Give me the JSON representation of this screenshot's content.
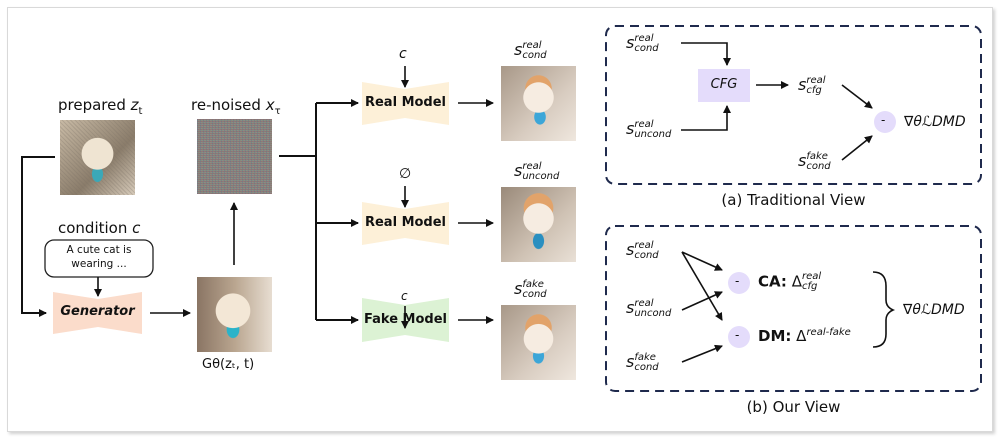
{
  "diagram": {
    "left_pipeline": {
      "prepared_label": "prepared",
      "prepared_var": "z",
      "prepared_sub": "t",
      "renoised_label": "re-noised",
      "renoised_var": "x",
      "renoised_sub": "τ",
      "condition_label": "condition",
      "condition_var": "c",
      "prompt_text_line1": "A cute cat is",
      "prompt_text_line2": "wearing ...",
      "generator_label": "Generator",
      "generator_output_label": "Gθ(zₜ, t)"
    },
    "models": [
      {
        "name": "Real Model",
        "input": "c",
        "output_base": "s",
        "output_sup": "real",
        "output_sub": "cond",
        "color": "#fdf0d8"
      },
      {
        "name": "Real Model",
        "input": "∅",
        "output_base": "s",
        "output_sup": "real",
        "output_sub": "uncond",
        "color": "#fdf0d8"
      },
      {
        "name": "Fake Model",
        "input": "c",
        "output_base": "s",
        "output_sup": "fake",
        "output_sub": "cond",
        "color": "#dcf2d4"
      }
    ],
    "colors": {
      "generator": "#fbdccb",
      "cfg_box": "#e4dcfb",
      "minus_circle": "#e4dcfb",
      "dashed_border": "#1f2a4d"
    },
    "traditional_view": {
      "caption": "(a) Traditional View",
      "cfg_label": "CFG",
      "in_cond": {
        "base": "s",
        "sup": "real",
        "sub": "cond"
      },
      "in_uncond": {
        "base": "s",
        "sup": "real",
        "sub": "uncond"
      },
      "cfg_out": {
        "base": "s",
        "sup": "real",
        "sub": "cfg"
      },
      "fake_cond": {
        "base": "s",
        "sup": "fake",
        "sub": "cond"
      },
      "minus": "-",
      "result": "∇θℒDMD"
    },
    "our_view": {
      "caption": "(b) Our View",
      "in_cond": {
        "base": "s",
        "sup": "real",
        "sub": "cond"
      },
      "in_uncond": {
        "base": "s",
        "sup": "real",
        "sub": "uncond"
      },
      "fake_cond": {
        "base": "s",
        "sup": "fake",
        "sub": "cond"
      },
      "ca_prefix": "CA:",
      "ca_delta_sup": "real",
      "ca_delta_sub": "cfg",
      "dm_prefix": "DM:",
      "dm_delta_sup": "real-fake",
      "minus": "-",
      "result": "∇θℒDMD"
    }
  }
}
